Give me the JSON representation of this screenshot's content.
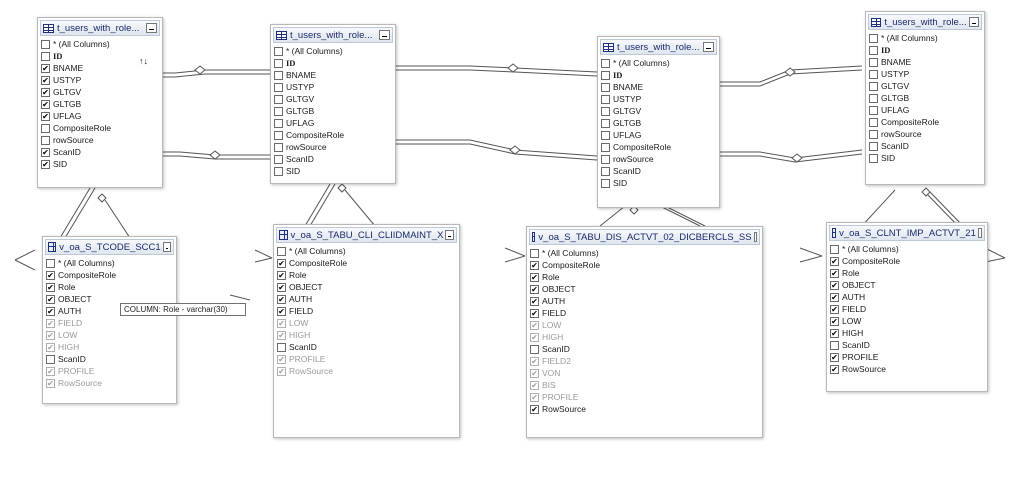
{
  "tables": [
    {
      "key": "t1",
      "title": "t_users_with_role...",
      "icon": "table-icon",
      "rows": [
        {
          "label": "* (All Columns)",
          "checked": false,
          "dim": false
        },
        {
          "label": "ID",
          "checked": false,
          "dim": false,
          "key": true
        },
        {
          "label": "BNAME",
          "checked": true,
          "dim": false
        },
        {
          "label": "USTYP",
          "checked": true,
          "dim": false
        },
        {
          "label": "GLTGV",
          "checked": true,
          "dim": false
        },
        {
          "label": "GLTGB",
          "checked": true,
          "dim": false
        },
        {
          "label": "UFLAG",
          "checked": true,
          "dim": false
        },
        {
          "label": "CompositeRole",
          "checked": false,
          "dim": false
        },
        {
          "label": "rowSource",
          "checked": false,
          "dim": false
        },
        {
          "label": "ScanID",
          "checked": true,
          "dim": false
        },
        {
          "label": "SID",
          "checked": true,
          "dim": false
        }
      ],
      "sort_icon": "↑↓"
    },
    {
      "key": "t2",
      "title": "t_users_with_role...",
      "icon": "table-icon",
      "rows": [
        {
          "label": "* (All Columns)",
          "checked": false,
          "dim": false
        },
        {
          "label": "ID",
          "checked": false,
          "dim": false,
          "key": true
        },
        {
          "label": "BNAME",
          "checked": false,
          "dim": false
        },
        {
          "label": "USTYP",
          "checked": false,
          "dim": false
        },
        {
          "label": "GLTGV",
          "checked": false,
          "dim": false
        },
        {
          "label": "GLTGB",
          "checked": false,
          "dim": false
        },
        {
          "label": "UFLAG",
          "checked": false,
          "dim": false
        },
        {
          "label": "CompositeRole",
          "checked": false,
          "dim": false
        },
        {
          "label": "rowSource",
          "checked": false,
          "dim": false
        },
        {
          "label": "ScanID",
          "checked": false,
          "dim": false
        },
        {
          "label": "SID",
          "checked": false,
          "dim": false
        }
      ]
    },
    {
      "key": "t3",
      "title": "t_users_with_role...",
      "icon": "table-icon",
      "rows": [
        {
          "label": "* (All Columns)",
          "checked": false,
          "dim": false
        },
        {
          "label": "ID",
          "checked": false,
          "dim": false,
          "key": true
        },
        {
          "label": "BNAME",
          "checked": false,
          "dim": false
        },
        {
          "label": "USTYP",
          "checked": false,
          "dim": false
        },
        {
          "label": "GLTGV",
          "checked": false,
          "dim": false
        },
        {
          "label": "GLTGB",
          "checked": false,
          "dim": false
        },
        {
          "label": "UFLAG",
          "checked": false,
          "dim": false
        },
        {
          "label": "CompositeRole",
          "checked": false,
          "dim": false
        },
        {
          "label": "rowSource",
          "checked": false,
          "dim": false
        },
        {
          "label": "ScanID",
          "checked": false,
          "dim": false
        },
        {
          "label": "SID",
          "checked": false,
          "dim": false
        }
      ]
    },
    {
      "key": "t4",
      "title": "t_users_with_role...",
      "icon": "table-icon",
      "rows": [
        {
          "label": "* (All Columns)",
          "checked": false,
          "dim": false
        },
        {
          "label": "ID",
          "checked": false,
          "dim": false,
          "key": true
        },
        {
          "label": "BNAME",
          "checked": false,
          "dim": false
        },
        {
          "label": "USTYP",
          "checked": false,
          "dim": false
        },
        {
          "label": "GLTGV",
          "checked": false,
          "dim": false
        },
        {
          "label": "GLTGB",
          "checked": false,
          "dim": false
        },
        {
          "label": "UFLAG",
          "checked": false,
          "dim": false
        },
        {
          "label": "CompositeRole",
          "checked": false,
          "dim": false
        },
        {
          "label": "rowSource",
          "checked": false,
          "dim": false
        },
        {
          "label": "ScanID",
          "checked": false,
          "dim": false
        },
        {
          "label": "SID",
          "checked": false,
          "dim": false
        }
      ]
    },
    {
      "key": "v1",
      "title": "v_oa_S_TCODE_SCC1",
      "icon": "view-icon",
      "rows": [
        {
          "label": "* (All Columns)",
          "checked": false,
          "dim": false
        },
        {
          "label": "CompositeRole",
          "checked": true,
          "dim": false
        },
        {
          "label": "Role",
          "checked": true,
          "dim": false
        },
        {
          "label": "OBJECT",
          "checked": true,
          "dim": false
        },
        {
          "label": "AUTH",
          "checked": true,
          "dim": false
        },
        {
          "label": "FIELD",
          "checked": true,
          "dim": true
        },
        {
          "label": "LOW",
          "checked": true,
          "dim": true
        },
        {
          "label": "HIGH",
          "checked": true,
          "dim": true
        },
        {
          "label": "ScanID",
          "checked": false,
          "dim": false
        },
        {
          "label": "PROFILE",
          "checked": true,
          "dim": true
        },
        {
          "label": "RowSource",
          "checked": true,
          "dim": true
        }
      ]
    },
    {
      "key": "v2",
      "title": "v_oa_S_TABU_CLI_CLIIDMAINT_X",
      "icon": "view-icon",
      "rows": [
        {
          "label": "* (All Columns)",
          "checked": false,
          "dim": false
        },
        {
          "label": "CompositeRole",
          "checked": true,
          "dim": false
        },
        {
          "label": "Role",
          "checked": true,
          "dim": false
        },
        {
          "label": "OBJECT",
          "checked": true,
          "dim": false
        },
        {
          "label": "AUTH",
          "checked": true,
          "dim": false
        },
        {
          "label": "FIELD",
          "checked": true,
          "dim": false
        },
        {
          "label": "LOW",
          "checked": true,
          "dim": true
        },
        {
          "label": "HIGH",
          "checked": true,
          "dim": true
        },
        {
          "label": "ScanID",
          "checked": false,
          "dim": false
        },
        {
          "label": "PROFILE",
          "checked": true,
          "dim": true
        },
        {
          "label": "RowSource",
          "checked": true,
          "dim": true
        }
      ]
    },
    {
      "key": "v3",
      "title": "v_oa_S_TABU_DIS_ACTVT_02_DICBERCLS_SS",
      "icon": "view-icon",
      "rows": [
        {
          "label": "* (All Columns)",
          "checked": false,
          "dim": false
        },
        {
          "label": "CompositeRole",
          "checked": true,
          "dim": false
        },
        {
          "label": "Role",
          "checked": true,
          "dim": false
        },
        {
          "label": "OBJECT",
          "checked": true,
          "dim": false
        },
        {
          "label": "AUTH",
          "checked": true,
          "dim": false
        },
        {
          "label": "FIELD",
          "checked": true,
          "dim": false
        },
        {
          "label": "LOW",
          "checked": true,
          "dim": true
        },
        {
          "label": "HIGH",
          "checked": true,
          "dim": true
        },
        {
          "label": "ScanID",
          "checked": false,
          "dim": false
        },
        {
          "label": "FIELD2",
          "checked": true,
          "dim": true
        },
        {
          "label": "VON",
          "checked": true,
          "dim": true
        },
        {
          "label": "BIS",
          "checked": true,
          "dim": true
        },
        {
          "label": "PROFILE",
          "checked": true,
          "dim": true
        },
        {
          "label": "RowSource",
          "checked": true,
          "dim": false
        }
      ]
    },
    {
      "key": "v4",
      "title": "v_oa_S_CLNT_IMP_ACTVT_21",
      "icon": "view-icon",
      "rows": [
        {
          "label": "* (All Columns)",
          "checked": false,
          "dim": false
        },
        {
          "label": "CompositeRole",
          "checked": true,
          "dim": false
        },
        {
          "label": "Role",
          "checked": true,
          "dim": false
        },
        {
          "label": "OBJECT",
          "checked": true,
          "dim": false
        },
        {
          "label": "AUTH",
          "checked": true,
          "dim": false
        },
        {
          "label": "FIELD",
          "checked": true,
          "dim": false
        },
        {
          "label": "LOW",
          "checked": true,
          "dim": false
        },
        {
          "label": "HIGH",
          "checked": true,
          "dim": false
        },
        {
          "label": "ScanID",
          "checked": false,
          "dim": false
        },
        {
          "label": "PROFILE",
          "checked": true,
          "dim": false
        },
        {
          "label": "RowSource",
          "checked": true,
          "dim": false
        }
      ]
    }
  ],
  "tooltip": "COLUMN: Role - varchar(30)"
}
